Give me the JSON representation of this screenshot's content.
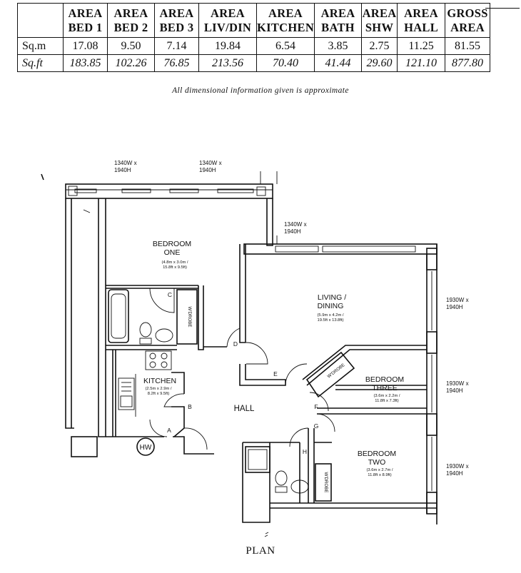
{
  "table": {
    "headers": [
      [
        "AREA",
        "BED 1"
      ],
      [
        "AREA",
        "BED 2"
      ],
      [
        "AREA",
        "BED 3"
      ],
      [
        "AREA",
        "LIV/DIN"
      ],
      [
        "AREA",
        "KITCHEN"
      ],
      [
        "AREA",
        "BATH"
      ],
      [
        "AREA",
        "SHW"
      ],
      [
        "AREA",
        "HALL"
      ],
      [
        "GROSS",
        "AREA"
      ]
    ],
    "rows": [
      {
        "label": "Sq.m",
        "values": [
          "17.08",
          "9.50",
          "7.14",
          "19.84",
          "6.54",
          "3.85",
          "2.75",
          "11.25",
          "81.55"
        ]
      },
      {
        "label": "Sq.ft",
        "values": [
          "183.85",
          "102.26",
          "76.85",
          "213.56",
          "70.40",
          "41.44",
          "29.60",
          "121.10",
          "877.80"
        ]
      }
    ]
  },
  "disclaimer": "All dimensional information given is approximate",
  "plan": {
    "title": "PLAN",
    "windows": {
      "w1": [
        "1340W x",
        "1940H"
      ],
      "w2": [
        "1340W x",
        "1940H"
      ],
      "w3": [
        "1340W x",
        "1940H"
      ],
      "w4": [
        "1930W x",
        "1940H"
      ],
      "w5": [
        "1930W x",
        "1940H"
      ],
      "w6": [
        "1930W x",
        "1940H"
      ]
    },
    "rooms": {
      "bedroom_one": {
        "name": [
          "BEDROOM",
          "ONE"
        ],
        "dims": [
          "(4.8m x 3.0m /",
          "15.8ft x 9.5ft)"
        ]
      },
      "living": {
        "name": [
          "LIVING /",
          "DINING"
        ],
        "dims": [
          "(5.9m x 4.2m /",
          "19.5ft x 13.8ft)"
        ]
      },
      "bedroom_three": {
        "name": [
          "BEDROOM",
          "THREE"
        ],
        "dims": [
          "(3.6m x 2.2m /",
          "11.8ft x 7.3ft)"
        ]
      },
      "bedroom_two": {
        "name": [
          "BEDROOM",
          "TWO"
        ],
        "dims": [
          "(3.6m x 2.7m /",
          "11.8ft x 8.9ft)"
        ]
      },
      "kitchen": {
        "name": "KITCHEN",
        "dims": [
          "(2.5m x 2.9m /",
          "8.2ft x 9.5ft)"
        ]
      },
      "hall": {
        "name": "HALL"
      }
    },
    "labels": {
      "wardrobe": "W'DROBE",
      "hot_water": "HW"
    },
    "doors": [
      "A",
      "B",
      "C",
      "D",
      "E",
      "F",
      "G",
      "H"
    ]
  }
}
